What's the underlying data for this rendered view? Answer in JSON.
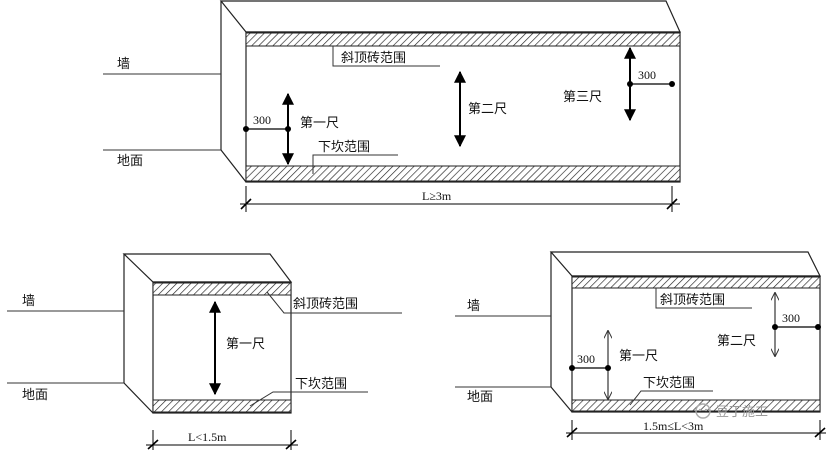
{
  "diagram1": {
    "wall": "墙",
    "floor": "地面",
    "slant_brick": "斜顶砖范围",
    "bottom_range": "下坎范围",
    "first_ruler": "第一尺",
    "second_ruler": "第二尺",
    "third_ruler": "第三尺",
    "dim_left": "300",
    "dim_right": "300",
    "length": "L≥3m"
  },
  "diagram2": {
    "wall": "墙",
    "floor": "地面",
    "slant_brick": "斜顶砖范围",
    "bottom_range": "下坎范围",
    "first_ruler": "第一尺",
    "length": "L<1.5m"
  },
  "diagram3": {
    "wall": "墙",
    "floor": "地面",
    "slant_brick": "斜顶砖范围",
    "bottom_range": "下坎范围",
    "first_ruler": "第一尺",
    "second_ruler": "第二尺",
    "dim_left": "300",
    "dim_right": "300",
    "length": "1.5m≤L<3m"
  },
  "watermark": "豆丁施工"
}
